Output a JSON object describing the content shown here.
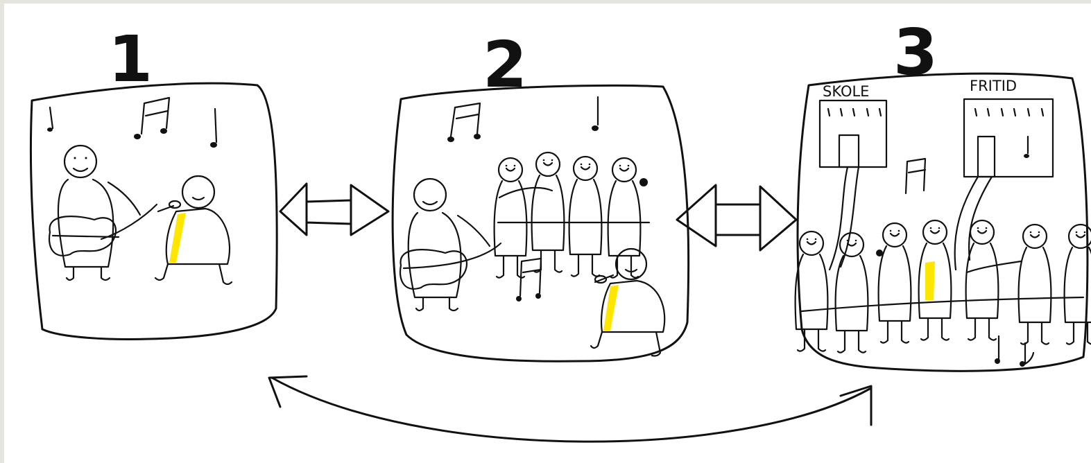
{
  "panels": [
    {
      "number": "1"
    },
    {
      "number": "2"
    },
    {
      "number": "3",
      "signs": [
        "SKOLE",
        "FRITID"
      ]
    }
  ],
  "colors": {
    "ink": "#111111",
    "highlight": "#ffe600",
    "page": "#ffffff",
    "border": "#e6e4df"
  }
}
